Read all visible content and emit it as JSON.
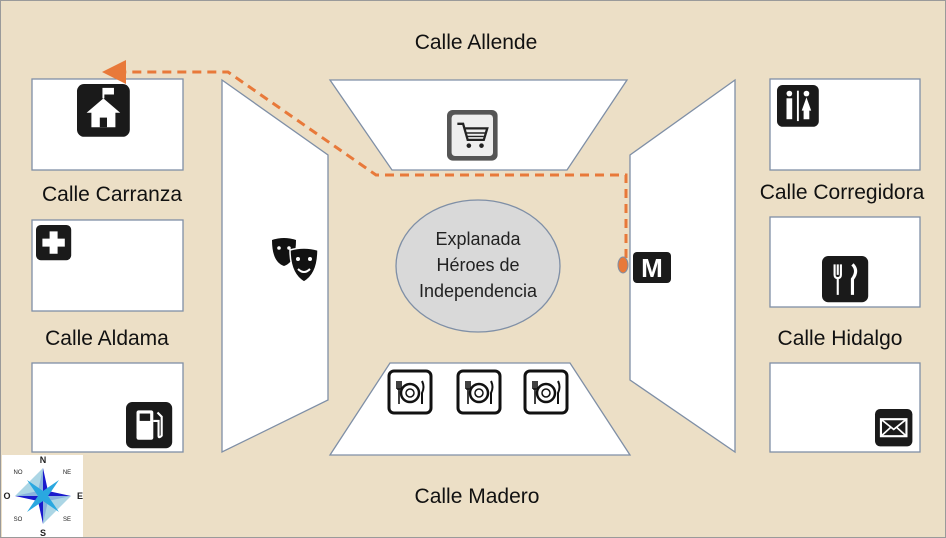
{
  "streets": {
    "north": "Calle Allende",
    "carranza": "Calle Carranza",
    "aldama": "Calle Aldama",
    "corregidora": "Calle Corregidora",
    "hidalgo": "Calle Hidalgo",
    "south": "Calle Madero"
  },
  "plaza": {
    "line1": "Explanada",
    "line2": "Héroes de",
    "line3": "Independencia"
  },
  "compass": {
    "n": "N",
    "s": "S",
    "e": "E",
    "w": "O",
    "ne": "NE",
    "no": "NO",
    "se": "SE",
    "so": "SO"
  },
  "metro_label": "M",
  "colors": {
    "background": "#ecdfc6",
    "route": "#e8793a",
    "block_border": "#7f8fa6",
    "plaza": "#d9d9d9"
  },
  "icons": [
    "school-icon",
    "hospital-icon",
    "gas-station-icon",
    "shopping-cart-icon",
    "theater-icon",
    "metro-icon",
    "restroom-icon",
    "restaurant-icon",
    "mail-icon"
  ]
}
